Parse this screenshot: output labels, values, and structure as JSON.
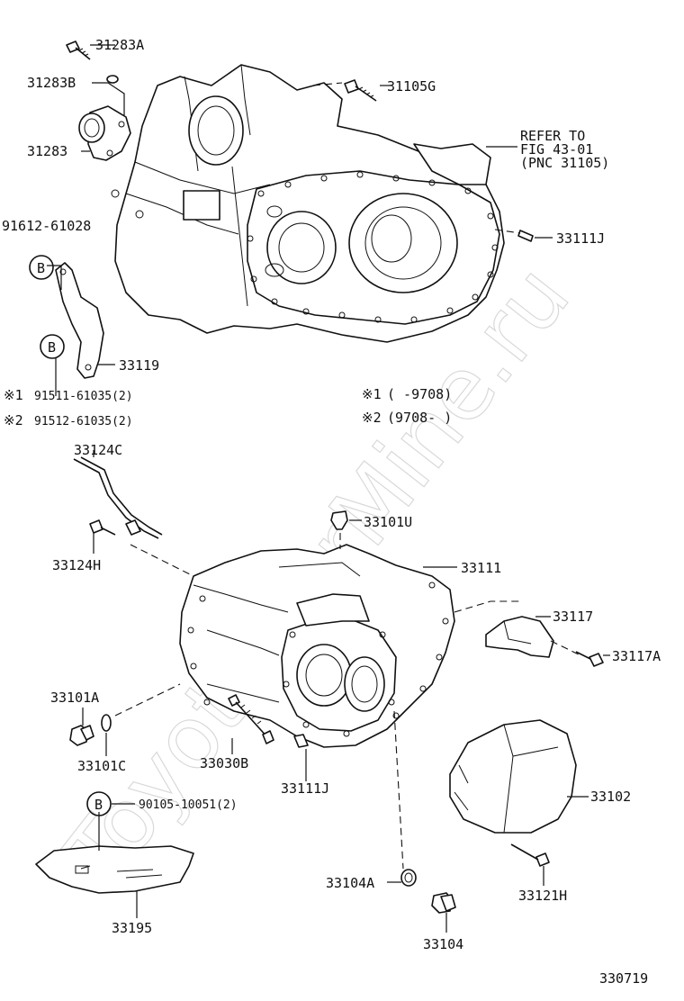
{
  "watermark": "ToyotaCarMine.ru",
  "labels": {
    "l_31283A": "31283A",
    "l_31283B": "31283B",
    "l_31283": "31283",
    "l_31105G": "31105G",
    "l_refer1": "REFER TO",
    "l_refer2": "FIG 43-01",
    "l_refer3": "(PNC 31105)",
    "l_33111J_top": "33111J",
    "l_91612": "91612-61028",
    "l_33119": "33119",
    "l_note1_mark": "※1",
    "l_note1": "91511-61035(2)",
    "l_note2_mark": "※2",
    "l_note2": "91512-61035(2)",
    "l_date1_mark": "※1",
    "l_date1": "(      -9708)",
    "l_date2_mark": "※2",
    "l_date2": "(9708-      )",
    "l_33124C": "33124C",
    "l_33124H": "33124H",
    "l_33101U": "33101U",
    "l_33111": "33111",
    "l_33117": "33117",
    "l_33117A": "33117A",
    "l_33101A": "33101A",
    "l_33101C": "33101C",
    "l_33030B": "33030B",
    "l_33111J_bot": "33111J",
    "l_33102": "33102",
    "l_90105": "90105-10051(2)",
    "l_33195": "33195",
    "l_33104A": "33104A",
    "l_33121H": "33121H",
    "l_33104": "33104",
    "l_fig": "330719"
  },
  "callouts": {
    "b1": "B",
    "b2": "B",
    "b3": "B"
  }
}
